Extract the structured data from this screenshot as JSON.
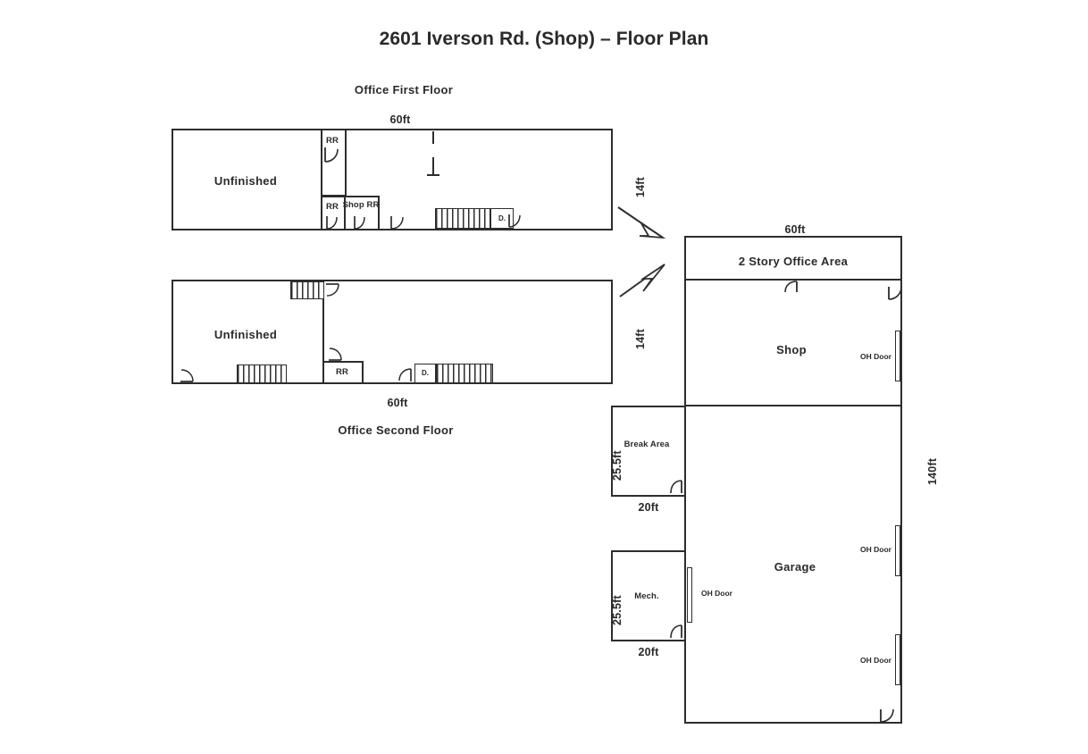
{
  "title": "2601 Iverson Rd. (Shop) – Floor Plan",
  "plans": {
    "office_first": {
      "caption": "Office First Floor",
      "dim_top": "60ft",
      "dim_right": "14ft",
      "rooms": [
        {
          "name": "Unfinished"
        },
        {
          "name": "RR"
        },
        {
          "name": "RR"
        },
        {
          "name": "Shop\nRR"
        }
      ]
    },
    "office_second": {
      "caption": "Office Second Floor",
      "dim_bottom": "60ft",
      "dim_right": "14ft",
      "rooms": [
        {
          "name": "Unfinished"
        },
        {
          "name": "RR"
        }
      ]
    },
    "main_building": {
      "dim_top": "60ft",
      "dim_right": "140ft",
      "rooms": [
        {
          "name": "2 Story Office Area"
        },
        {
          "name": "Shop"
        },
        {
          "name": "Garage"
        },
        {
          "name": "Break\nArea"
        },
        {
          "name": "Mech."
        }
      ],
      "break_area": {
        "label": "Break\nArea",
        "dim_left": "25.5ft",
        "dim_bottom": "20ft"
      },
      "mech": {
        "label": "Mech.",
        "dim_left": "25.5ft",
        "dim_bottom": "20ft"
      },
      "doors": [
        {
          "label": "OH Door"
        },
        {
          "label": "OH Door"
        },
        {
          "label": "OH Door"
        },
        {
          "label": "OH Door"
        }
      ]
    }
  },
  "labels": {
    "unfinished": "Unfinished",
    "rr": "RR",
    "shop_rr": "Shop\nRR",
    "two_story_office": "2 Story Office Area",
    "shop": "Shop",
    "garage": "Garage",
    "break_area": "Break\nArea",
    "mech": "Mech.",
    "oh_door": "OH Door",
    "ft60": "60ft",
    "ft14": "14ft",
    "ft140": "140ft",
    "ft20": "20ft",
    "ft255": "25.5ft"
  },
  "colors": {
    "ink": "#2e2c2c",
    "paper": "#ffffff",
    "text": "#2b2a2a"
  }
}
